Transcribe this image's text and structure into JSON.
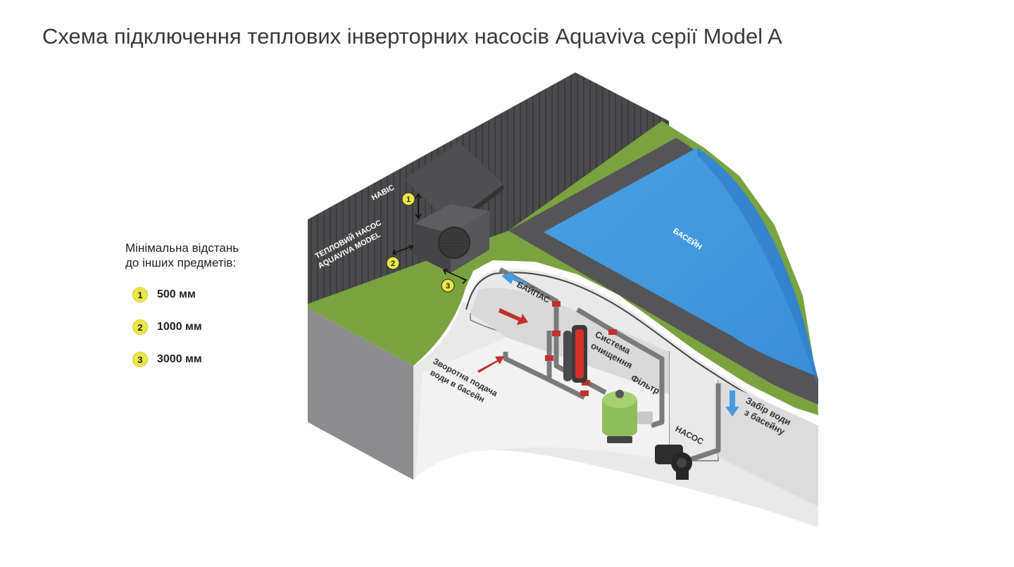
{
  "title": "Схема підключення теплових інверторних насосів Aquaviva серії Model A",
  "legend": {
    "caption_line1": "Мінімальна відстань",
    "caption_line2": "до інших предметів:",
    "items": [
      {
        "num": "1",
        "value": "500 мм"
      },
      {
        "num": "2",
        "value": "1000 мм"
      },
      {
        "num": "3",
        "value": "3000 мм"
      }
    ]
  },
  "diagram": {
    "labels": {
      "canopy": "НАВІС",
      "heatpump_line1": "ТЕПЛОВИЙ НАСОС",
      "heatpump_line2": "AQUAVIVA MODEL",
      "pool": "БАСЕЙН",
      "bypass": "БАЙПАС",
      "cleaning_line1": "Система",
      "cleaning_line2": "очищення",
      "filter": "Фільтр",
      "pump": "НАСОС",
      "return_line1": "Зворотна подача",
      "return_line2": "води в басейн",
      "intake_line1": "Забір води",
      "intake_line2": "з басейну"
    },
    "markers": [
      "1",
      "2",
      "3"
    ]
  },
  "colors": {
    "grass": "#7aa33f",
    "wall": "#4a4a4c",
    "pool": "#4398dc",
    "arrow_red": "#c0312b",
    "arrow_blue": "#4a9ae0",
    "marker": "#e9e64b",
    "filter": "#8fbd5a"
  }
}
